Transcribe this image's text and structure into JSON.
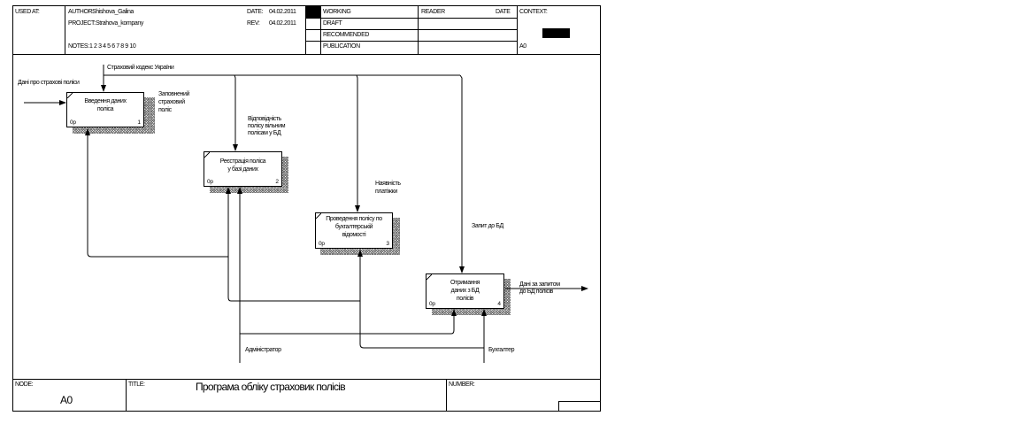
{
  "header": {
    "used_at_label": "USED AT:",
    "author_label": "AUTHOR:",
    "author": "Shishova_Galina",
    "project_label": "PROJECT:",
    "project": "Strahova_kompany",
    "date_label": "DATE:",
    "date": "04.02.2011",
    "rev_label": "REV:",
    "rev": "04.02.2011",
    "notes_label": "NOTES:",
    "notes": "1 2 3 4 5 6 7 8 9 10",
    "status": [
      "WORKING",
      "DRAFT",
      "RECOMMENDED",
      "PUBLICATION"
    ],
    "status_selected": "WORKING",
    "reader_label": "READER",
    "reader_date_label": "DATE",
    "context_label": "CONTEXT:",
    "context_node": "A0"
  },
  "activities": [
    {
      "label": "Введення даних полісa",
      "cost": "0р",
      "number": "1"
    },
    {
      "label": "Реєстрація поліса у базі даних",
      "cost": "0р",
      "number": "2"
    },
    {
      "label": "Проведення полісу по бухгалтерській відомості",
      "cost": "0р",
      "number": "3"
    },
    {
      "label": "Отримання даних з БД полісів",
      "cost": "0р",
      "number": "4"
    }
  ],
  "arrows": {
    "control_code": "Страховий кодекс України",
    "input_data": "Дані про страхові поліси",
    "output_filled": "Заповнений страховий поліс",
    "control_match": "Відповідність полісу вільним полісам у БД",
    "control_payment": "Наявність платіжки",
    "control_query": "Запит до БД",
    "output_data": "Дані за запитом до БД полісів",
    "mech_admin": "Адміністратор",
    "mech_accountant": "Бухгалтер"
  },
  "footer": {
    "node_label": "NODE:",
    "node": "A0",
    "title_label": "TITLE:",
    "title": "Програма обліку страховик полісів",
    "number_label": "NUMBER:"
  }
}
